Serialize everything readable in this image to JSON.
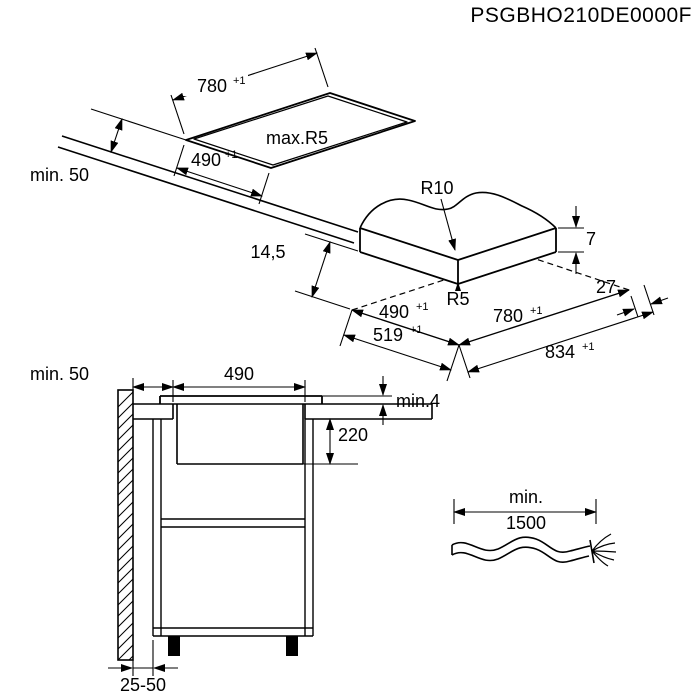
{
  "title": "PSGBHO210DE0000F",
  "cutout": {
    "width": "780",
    "width_tol": "+1",
    "depth": "490",
    "depth_tol": "+1",
    "radius": "max.R5",
    "edge_clearance": "min. 50"
  },
  "hob": {
    "glass_radius": "R10",
    "glass_thickness": "7",
    "front_overhang": "14,5",
    "body_depth": "490",
    "body_depth_tol": "+1",
    "body_radius": "R5",
    "body_width": "780",
    "body_width_tol": "+1",
    "side_overhang": "27",
    "overall_depth": "519",
    "overall_depth_tol": "+1",
    "overall_width": "834",
    "overall_width_tol": "+1"
  },
  "section": {
    "wall_clearance": "min. 50",
    "cutout_depth": "490",
    "glass_height": "min.4",
    "recess_depth": "220",
    "rear_gap": "25-50"
  },
  "cable": {
    "min_label": "min.",
    "length": "1500"
  }
}
